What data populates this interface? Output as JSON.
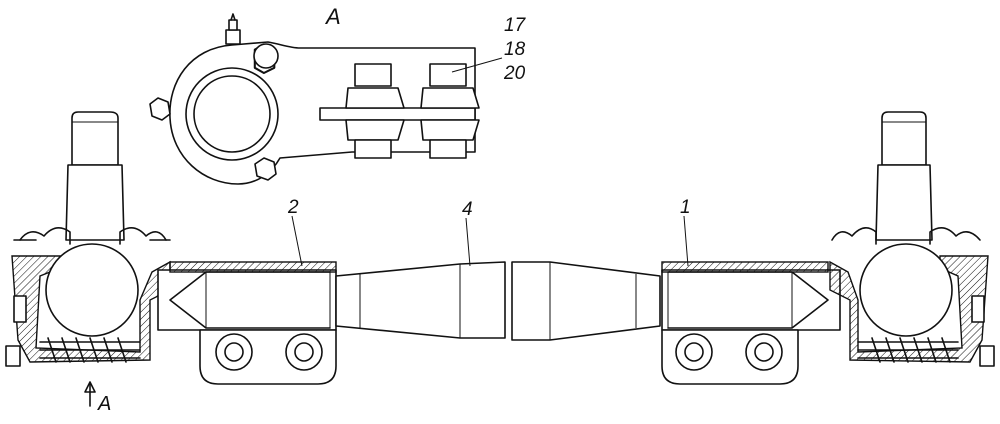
{
  "view_label": "A",
  "arrow_label": "A",
  "callouts": {
    "c17": "17",
    "c18": "18",
    "c20": "20",
    "c2": "2",
    "c4": "4",
    "c1": "1"
  }
}
